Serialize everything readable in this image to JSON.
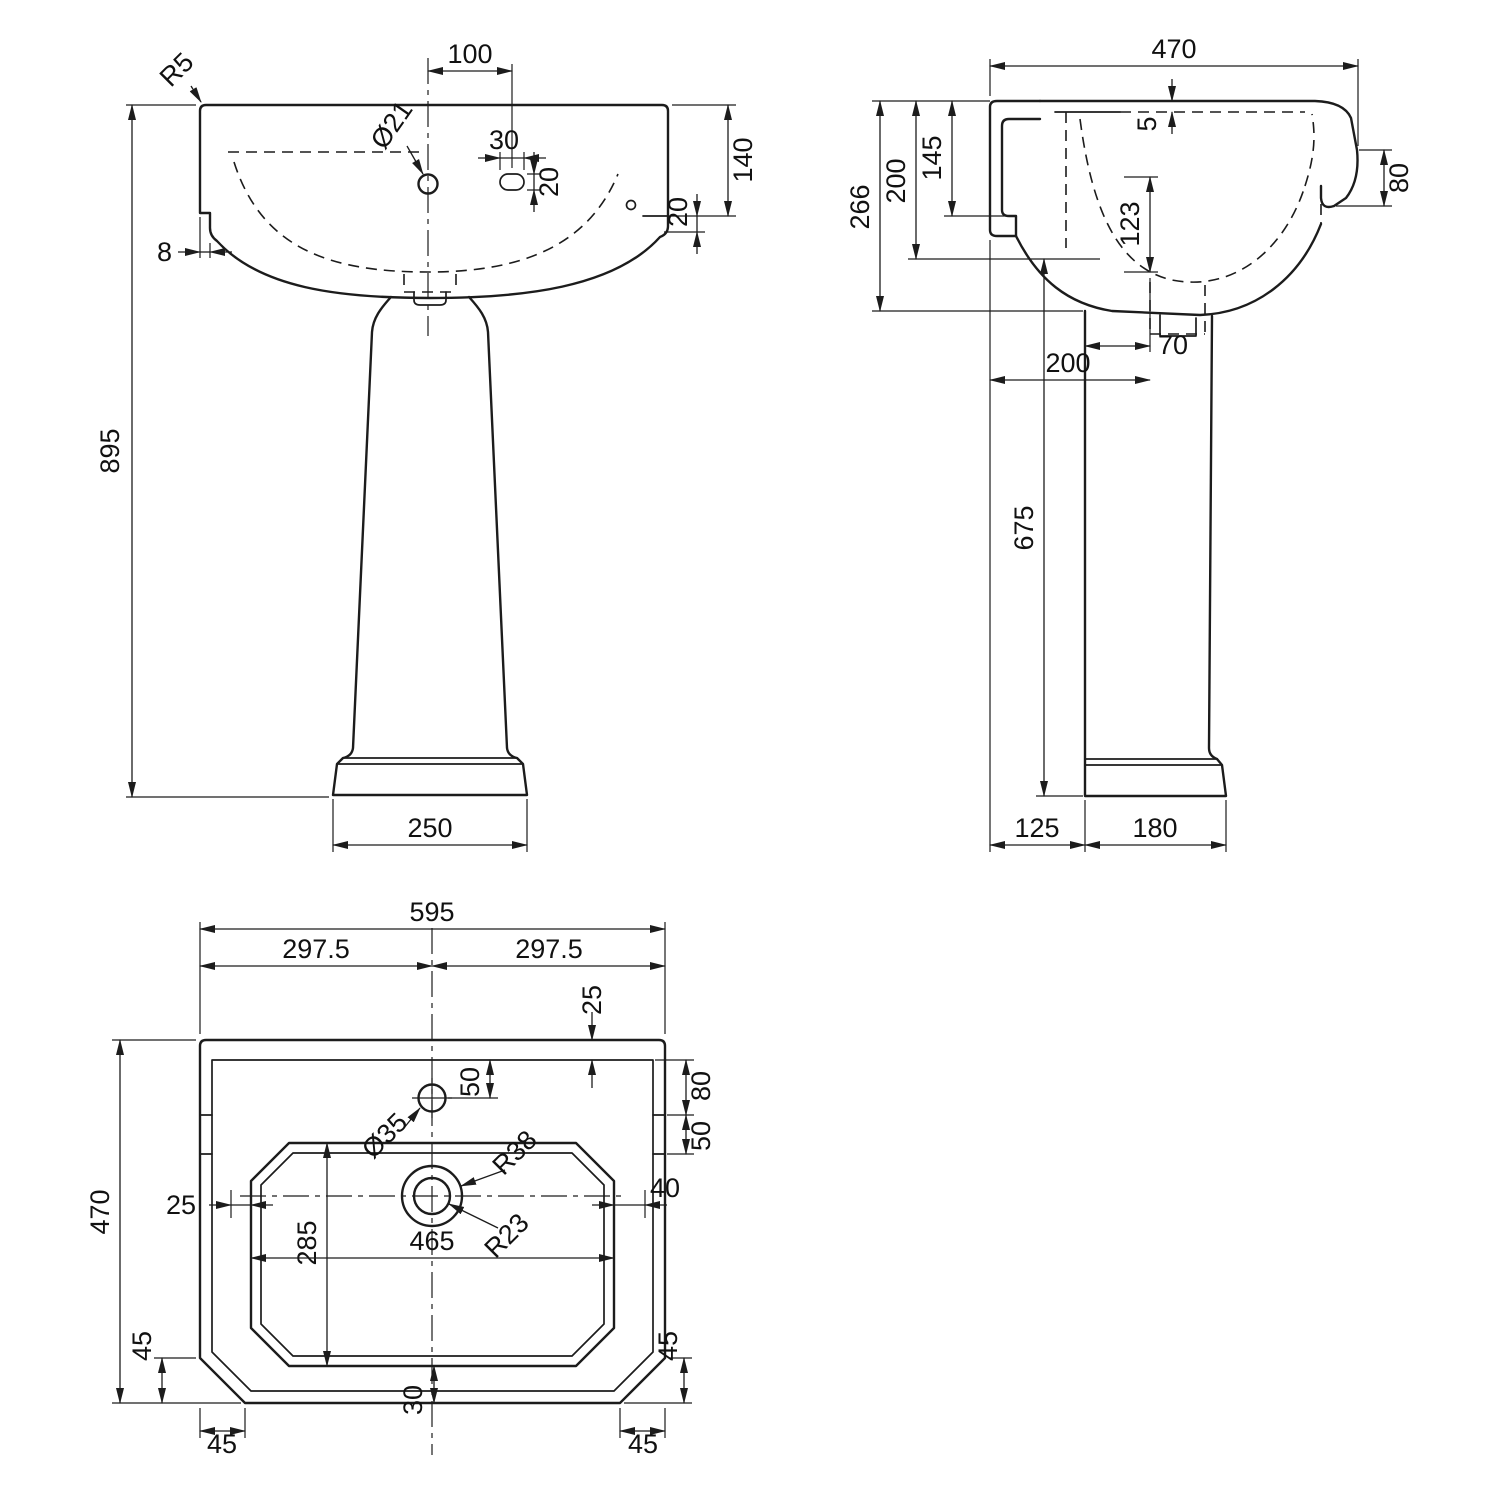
{
  "colors": {
    "line": "#1c1c1c",
    "background": "#ffffff"
  },
  "views": {
    "front": {
      "dims": {
        "r5": "R5",
        "d100": "100",
        "dia21": "Ø21",
        "d30": "30",
        "d20_slot": "20",
        "d140": "140",
        "d20_edge": "20",
        "d8": "8",
        "d895": "895",
        "d250": "250"
      }
    },
    "side": {
      "dims": {
        "d470": "470",
        "d5": "5",
        "d145": "145",
        "d200_top": "200",
        "d266": "266",
        "d80": "80",
        "d123": "123",
        "d70": "70",
        "d200_depth": "200",
        "d675": "675",
        "d125": "125",
        "d180": "180"
      }
    },
    "plan": {
      "dims": {
        "d595": "595",
        "d297_l": "297.5",
        "d297_r": "297.5",
        "d25_top": "25",
        "d50_tap": "50",
        "d80_side": "80",
        "d50_side": "50",
        "dia35": "Ø35",
        "r38": "R38",
        "r23": "R23",
        "d25_left": "25",
        "d40_right": "40",
        "d285": "285",
        "d465": "465",
        "d470": "470",
        "d45_left": "45",
        "d45_right": "45",
        "d30_bottom": "30",
        "d45_bl": "45",
        "d45_br": "45"
      }
    }
  }
}
